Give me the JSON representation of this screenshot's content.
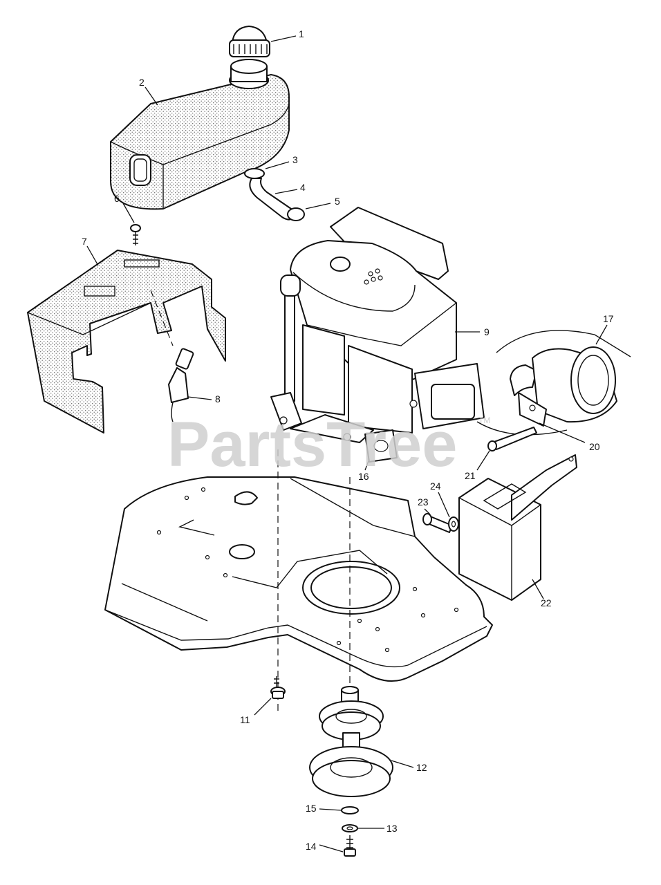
{
  "diagram": {
    "callouts": [
      "1",
      "2",
      "3",
      "4",
      "5",
      "6",
      "7",
      "8",
      "9",
      "11",
      "12",
      "13",
      "14",
      "15",
      "16",
      "17",
      "20",
      "21",
      "22",
      "23",
      "24"
    ],
    "watermark": "PartsTree",
    "trademark": "TM"
  }
}
